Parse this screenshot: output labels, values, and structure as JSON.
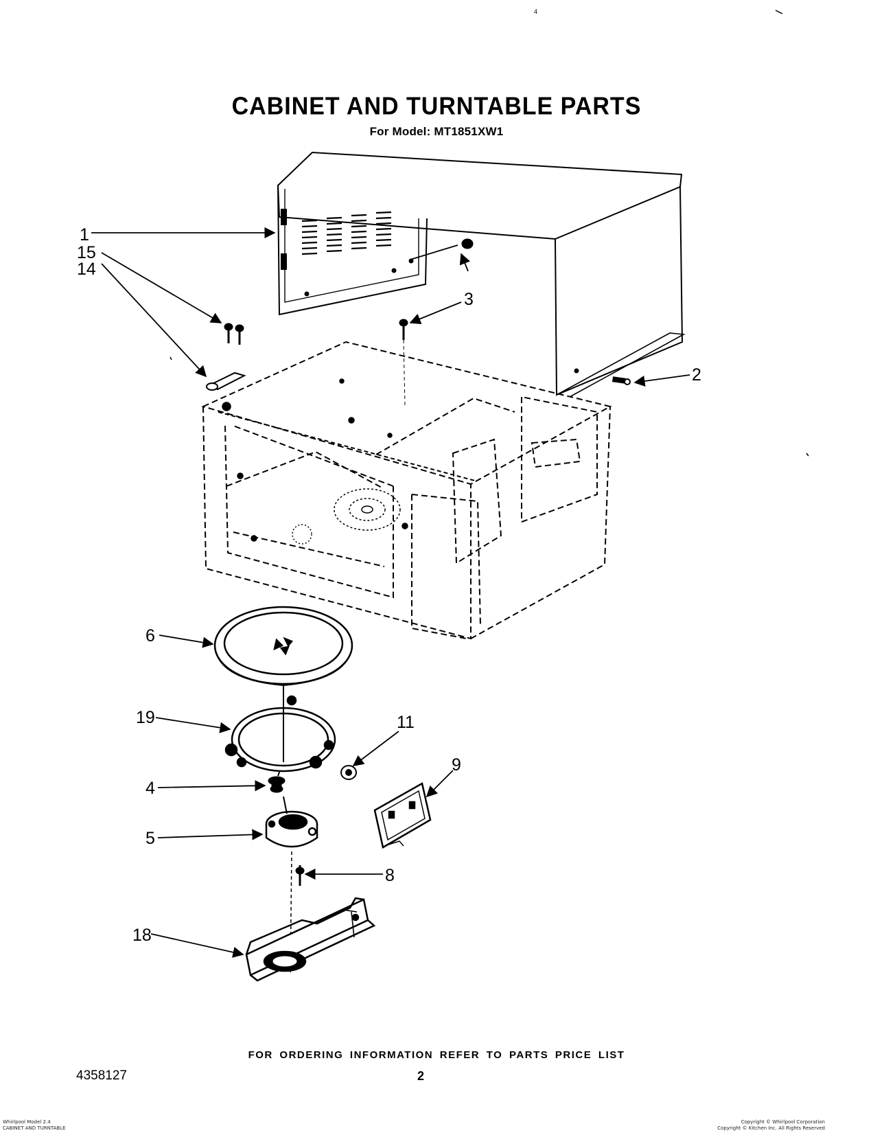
{
  "header": {
    "title": "CABINET AND TURNTABLE PARTS",
    "subtitle": "For Model: MT1851XW1",
    "top_mark": "4"
  },
  "callouts": {
    "c1": "1",
    "c2": "2",
    "c3": "3",
    "c4": "4",
    "c5": "5",
    "c6": "6",
    "c8": "8",
    "c9": "9",
    "c11": "11",
    "c14": "14",
    "c15": "15",
    "c18": "18",
    "c19": "19"
  },
  "footer": {
    "ordering_info": "FOR ORDERING INFORMATION REFER TO PARTS PRICE LIST",
    "document_number": "4358127",
    "page_number": "2",
    "fine_left_1": "Whirlpool Model 2.4",
    "fine_left_2": "CABINET AND TURNTABLE",
    "fine_right_1": "Copyright © Whirlpool Corporation",
    "fine_right_2": "Copyright © Kitchen Inc. All Rights Reserved"
  }
}
